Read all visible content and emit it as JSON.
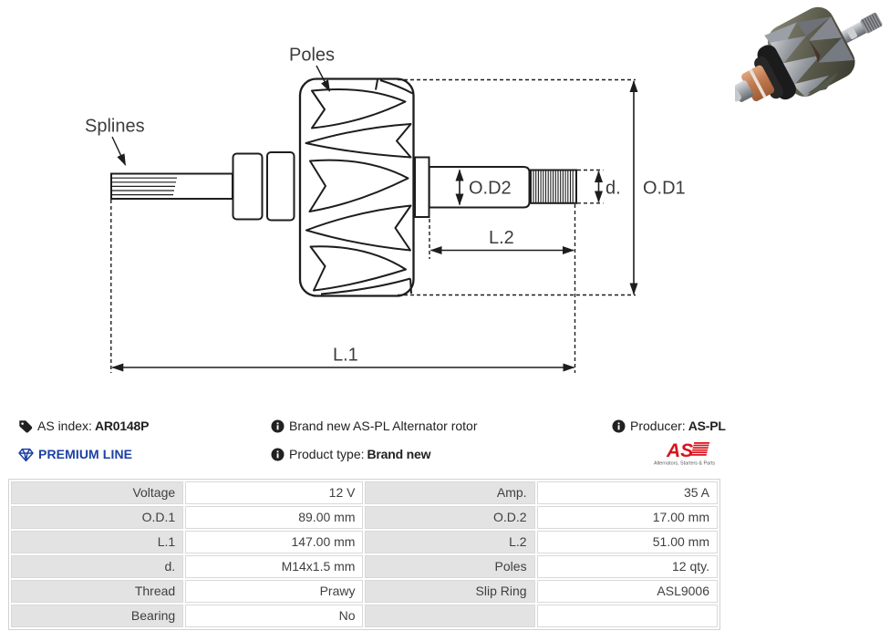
{
  "drawing": {
    "labels": {
      "poles": "Poles",
      "splines": "Splines",
      "od2": "O.D2",
      "d": "d.",
      "od1": "O.D1",
      "l2": "L.2",
      "l1": "L.1"
    }
  },
  "info": {
    "as_index_label": "AS index:",
    "as_index_value": "AR0148P",
    "premium_line": "PREMIUM LINE",
    "description": "Brand new AS-PL Alternator rotor",
    "product_type_label": "Product type:",
    "product_type_value": "Brand new",
    "producer_label": "Producer:",
    "producer_value": "AS-PL",
    "logo_text": "AS",
    "logo_tagline": "Alternators, Starters & Parts"
  },
  "colors": {
    "premium_blue": "#1c41a5",
    "logo_red": "#d8131c",
    "line_black": "#1d1d1d",
    "table_label_bg": "#e3e3e3",
    "table_border": "#d9d9d9",
    "text_dark": "#212121",
    "text_table": "#3f3f3f"
  },
  "spec_table": {
    "rows": [
      {
        "label1": "Voltage",
        "value1": "12 V",
        "label2": "Amp.",
        "value2": "35 A"
      },
      {
        "label1": "O.D.1",
        "value1": "89.00 mm",
        "label2": "O.D.2",
        "value2": "17.00 mm"
      },
      {
        "label1": "L.1",
        "value1": "147.00 mm",
        "label2": "L.2",
        "value2": "51.00 mm"
      },
      {
        "label1": "d.",
        "value1": "M14x1.5 mm",
        "label2": "Poles",
        "value2": "12 qty."
      },
      {
        "label1": "Thread",
        "value1": "Prawy",
        "label2": "Slip Ring",
        "value2": "ASL9006"
      },
      {
        "label1": "Bearing",
        "value1": "No",
        "label2": "",
        "value2": ""
      }
    ]
  }
}
